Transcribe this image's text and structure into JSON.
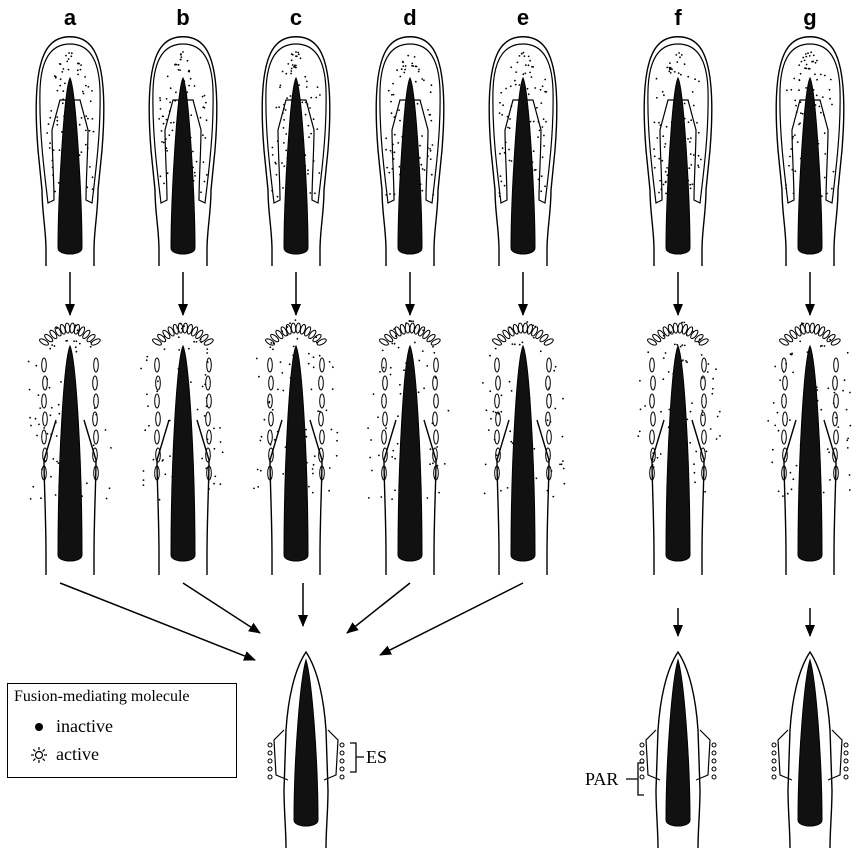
{
  "columns": [
    "a",
    "b",
    "c",
    "d",
    "e",
    "f",
    "g"
  ],
  "legend": {
    "title": "Fusion-mediating molecule",
    "items": [
      {
        "symbol": "filled-dot-icon",
        "label": "inactive"
      },
      {
        "symbol": "sun-icon",
        "label": "active"
      }
    ]
  },
  "labels": {
    "es": "ES",
    "par": "PAR"
  },
  "colors": {
    "ink": "#000000",
    "nucleus": "#111111",
    "background": "#ffffff"
  }
}
